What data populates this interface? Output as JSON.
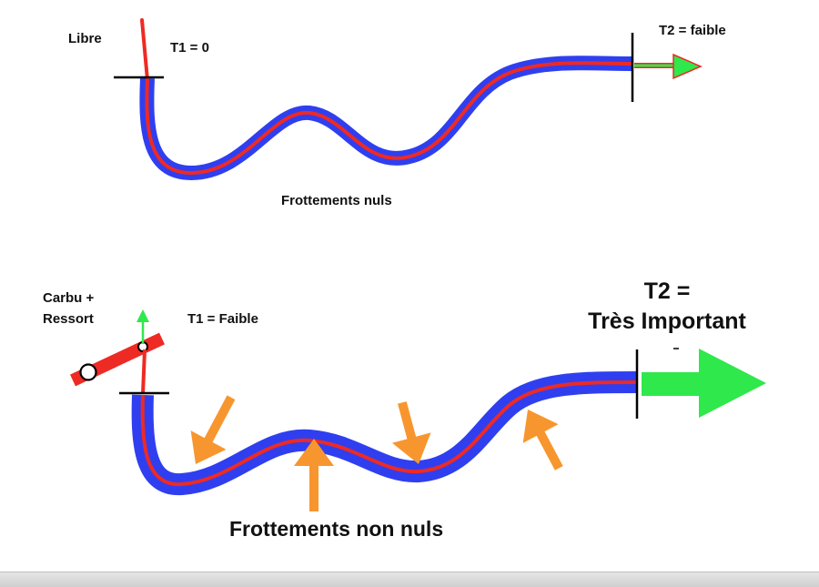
{
  "colors": {
    "sheath": "#2f3ff0",
    "cable": "#ee2a24",
    "arrow_green": "#2ee84c",
    "friction_arrow": "#f7962e",
    "stop_line": "#000000"
  },
  "top_diagram": {
    "label_free": "Libre",
    "label_t1": "T1 = 0",
    "label_t2": "T2 = faible",
    "label_friction": "Frottements  nuls"
  },
  "bottom_diagram": {
    "label_carb_line1": "Carbu +",
    "label_carb_line2": "Ressort",
    "label_t1": "T1 = Faible",
    "label_t2_line1": "T2 =",
    "label_t2_line2": "Très Important",
    "label_friction": "Frottements  non nuls"
  }
}
